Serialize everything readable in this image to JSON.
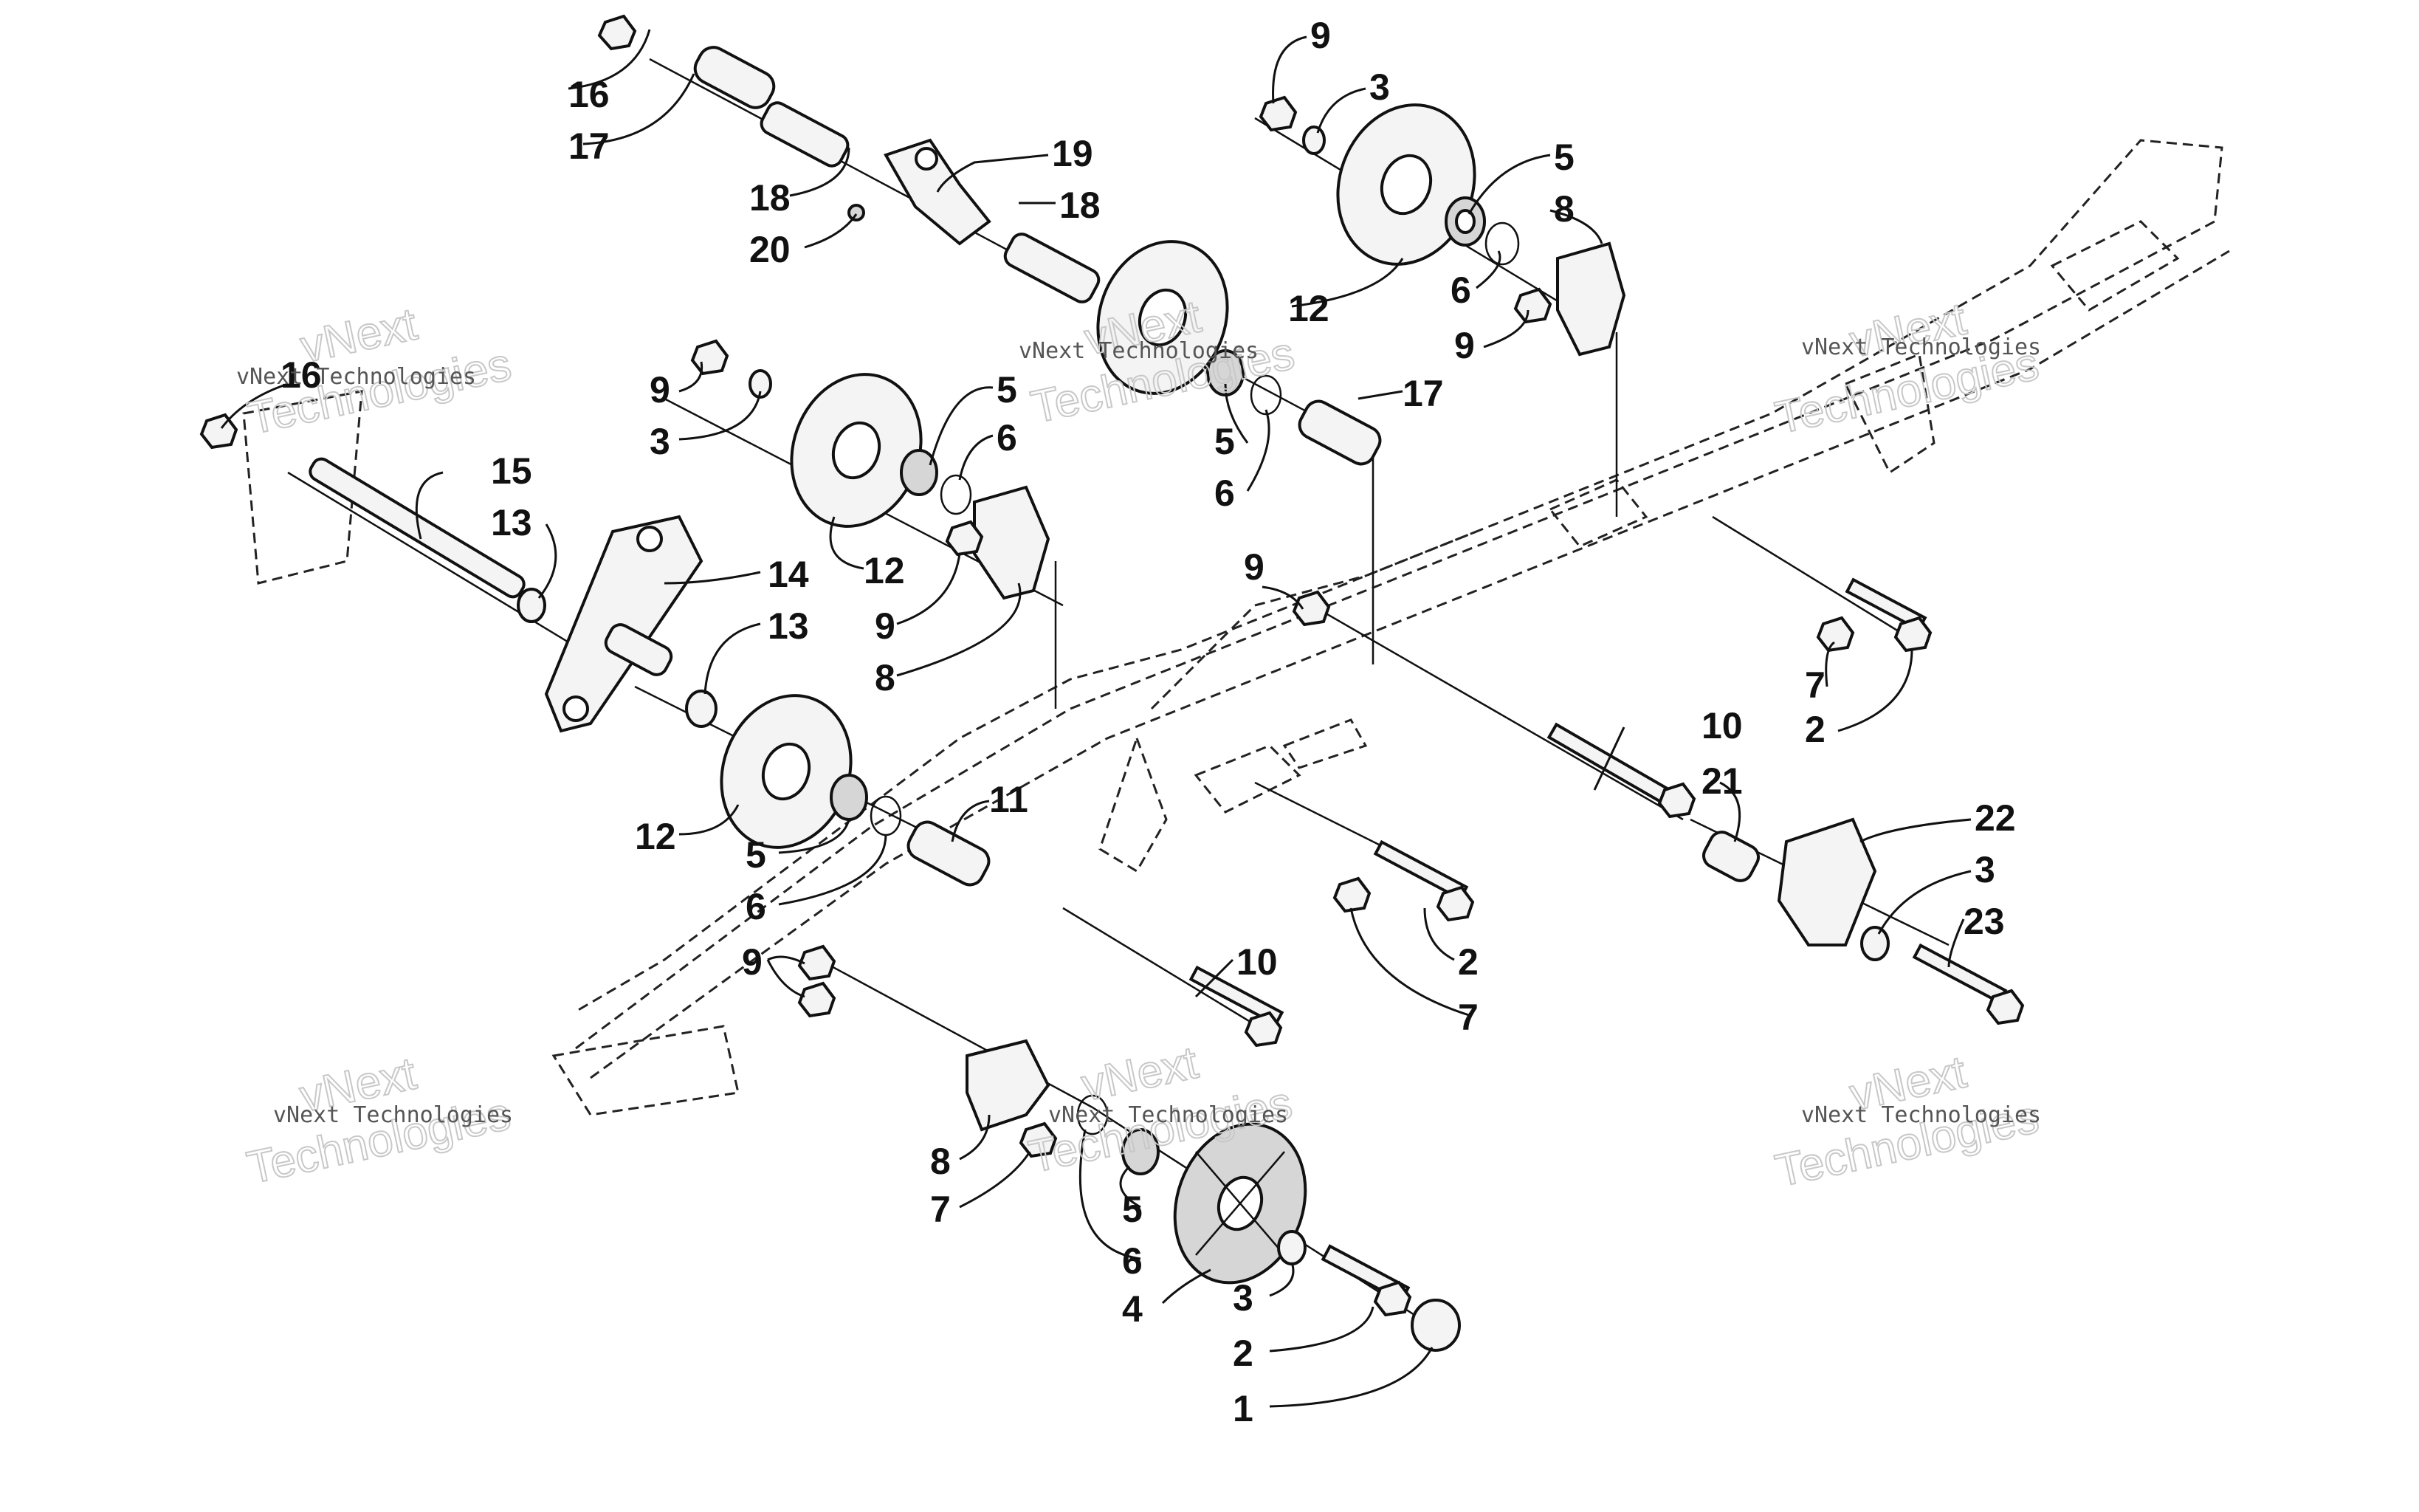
{
  "watermark": {
    "line1": "vNext",
    "line2": "Technologies",
    "caption": "vNext Technologies"
  },
  "callouts": {
    "c1": "1",
    "c2": "2",
    "c3": "3",
    "c4": "4",
    "c5": "5",
    "c6": "6",
    "c7": "7",
    "c8": "8",
    "c9": "9",
    "c10": "10",
    "c11": "11",
    "c12": "12",
    "c13": "13",
    "c14": "14",
    "c15": "15",
    "c16": "16",
    "c17": "17",
    "c18": "18",
    "c19": "19",
    "c20": "20",
    "c21": "21",
    "c22": "22",
    "c23": "23"
  }
}
